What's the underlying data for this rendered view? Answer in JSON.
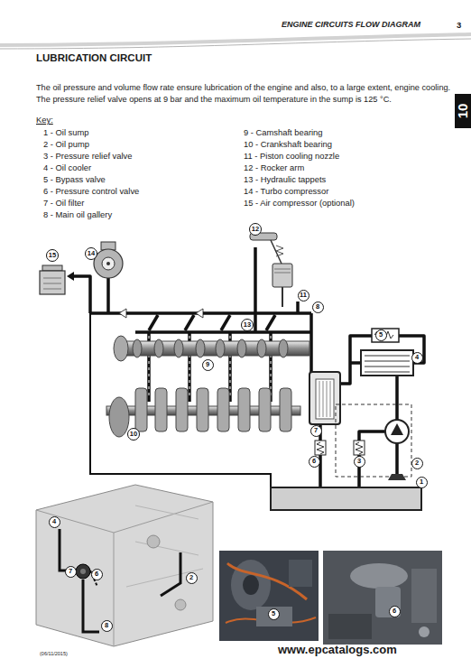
{
  "diagram": {
    "title": "LUBRICATION CIRCUIT",
    "nodes": [
      {
        "text": [
          "12"
        ]
      },
      {
        "text": [
          "14"
        ]
      },
      {
        "text": [
          "15"
        ]
      },
      {
        "text": [
          "11"
        ]
      },
      {
        "text": [
          "8"
        ]
      },
      {
        "text": [
          "13"
        ]
      },
      {
        "text": [
          "5"
        ]
      },
      {
        "text": [
          "4"
        ]
      },
      {
        "text": [
          "9"
        ]
      },
      {
        "text": [
          "7"
        ]
      },
      {
        "text": [
          "10"
        ]
      },
      {
        "text": [
          "6"
        ]
      },
      {
        "text": [
          "3"
        ]
      },
      {
        "text": [
          "2"
        ]
      },
      {
        "text": [
          "1"
        ]
      },
      {
        "text": [
          "4"
        ]
      },
      {
        "text": [
          "7"
        ]
      },
      {
        "text": [
          "6"
        ]
      },
      {
        "text": [
          "2"
        ]
      },
      {
        "text": [
          "5"
        ]
      },
      {
        "text": [
          "6"
        ]
      },
      {
        "text": [
          "8"
        ]
      }
    ],
    "labels": [
      "ENGINE CIRCUITS FLOW DIAGRAM",
      "3",
      "10",
      "The oil pressure and volume flow rate ensure lubrication of the engine and also, to a large extent, engine cooling. The pressure relief valve opens at 9 bar and the maximum oil temperature in the sump is 125 °C.",
      "Key:",
      "1 - Oil sump",
      "2 - Oil pump",
      "3 - Pressure relief valve",
      "4 - Oil cooler",
      "5 - Bypass valve",
      "6 - Pressure control valve",
      "7 - Oil filter",
      "8 - Main oil gallery",
      "9 - Camshaft bearing",
      "10 - Crankshaft bearing",
      "11 - Piston cooling nozzle",
      "12 - Rocker arm",
      "13 - Hydraulic tappets",
      "14 - Turbo compressor",
      "15 - Air compressor (optional)",
      "(06/11/2015)",
      "www.epcatalogs.com"
    ]
  }
}
